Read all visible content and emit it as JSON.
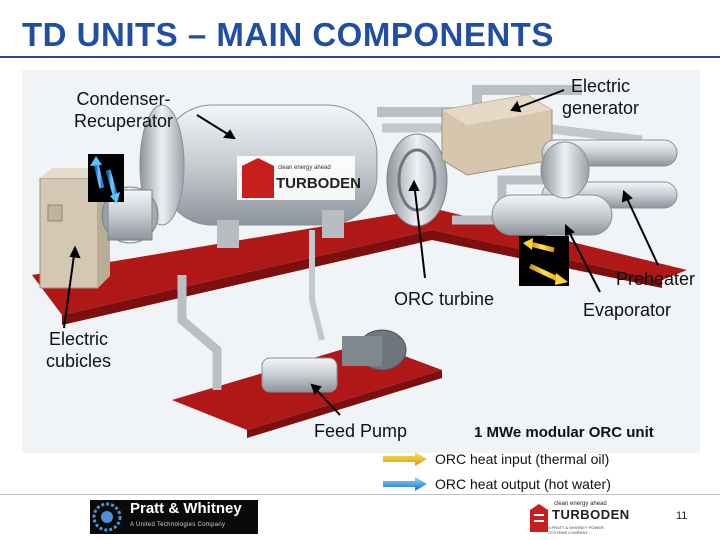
{
  "title": "TD UNITS – MAIN COMPONENTS",
  "labels": {
    "condenser": "Condenser-",
    "condenser2": "Recuperator",
    "generator": "Electric",
    "generator2": "generator",
    "cubicles": "Electric",
    "cubicles2": "cubicles",
    "turbine": "ORC turbine",
    "preheater": "Preheater",
    "evaporator": "Evaporator",
    "pump": "Feed Pump"
  },
  "machine_logo": {
    "tagline": "clean energy ahead",
    "brand": "TURBODEN"
  },
  "caption": "1 MWe modular ORC unit",
  "legend": [
    {
      "text": "ORC heat input (thermal oil)",
      "color": "#f0c419"
    },
    {
      "text": "ORC heat output (hot water)",
      "color": "#2f9be8"
    }
  ],
  "footer": {
    "pw_name": "Pratt & Whitney",
    "pw_sub": "A United Technologies Company",
    "tb_tag": "clean energy ahead",
    "tb_brand": "TURBODEN",
    "tb_sub": "A PRATT & WHITNEY POWER SYSTEMS COMPANY",
    "page": "11"
  },
  "colors": {
    "title": "#1f4ea3",
    "frame": "#b01818",
    "metal": "#c9ced3"
  }
}
